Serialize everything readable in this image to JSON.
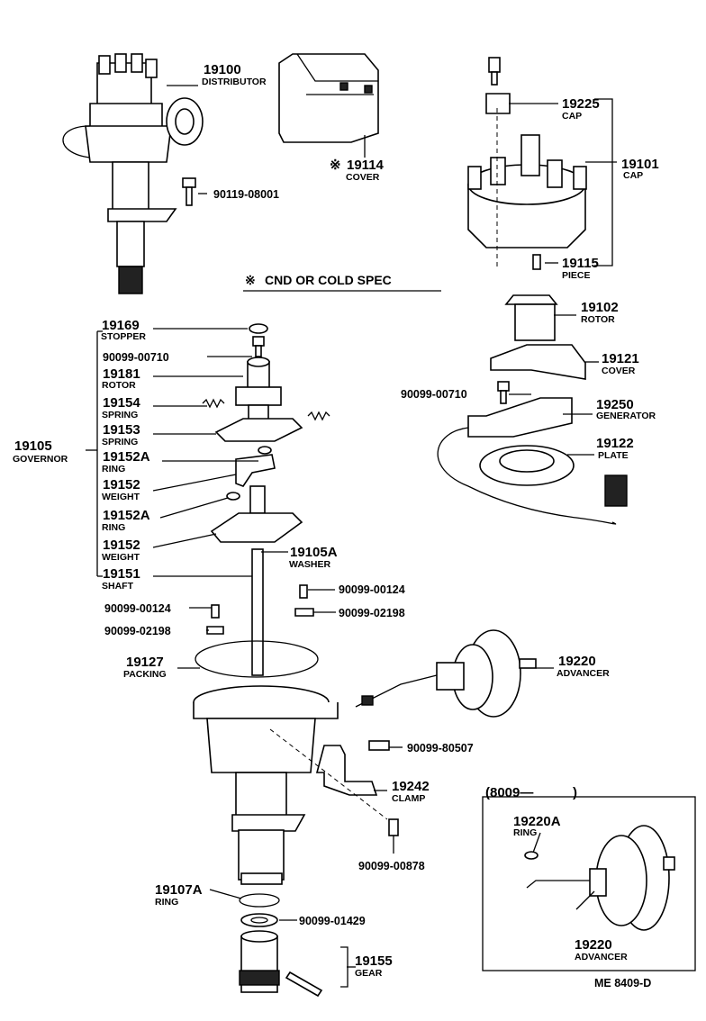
{
  "note": {
    "mark": "※",
    "text": "CND OR COLD SPEC"
  },
  "code": "ME 8409-D",
  "inset": {
    "range_start": "(8009—",
    "range_end": ")"
  },
  "parts": {
    "p19100": {
      "num": "19100",
      "name": "DISTRIBUTOR"
    },
    "p19114": {
      "mark": "※",
      "num": "19114",
      "name": "COVER"
    },
    "p19225": {
      "num": "19225",
      "name": "CAP"
    },
    "p19101": {
      "num": "19101",
      "name": "CAP"
    },
    "p19115": {
      "num": "19115",
      "name": "PIECE"
    },
    "b90119_08001": {
      "num": "90119-08001"
    },
    "p19102": {
      "num": "19102",
      "name": "ROTOR"
    },
    "p19121": {
      "num": "19121",
      "name": "COVER"
    },
    "b90099_00710_r": {
      "num": "90099-00710"
    },
    "p19250": {
      "num": "19250",
      "name": "GENERATOR"
    },
    "p19122": {
      "num": "19122",
      "name": "PLATE"
    },
    "p19105": {
      "num": "19105",
      "name": "GOVERNOR"
    },
    "p19169": {
      "num": "19169",
      "name": "STOPPER"
    },
    "b90099_00710_l": {
      "num": "90099-00710"
    },
    "p19181": {
      "num": "19181",
      "name": "ROTOR"
    },
    "p19154": {
      "num": "19154",
      "name": "SPRING"
    },
    "p19153": {
      "num": "19153",
      "name": "SPRING"
    },
    "p19152A_1": {
      "num": "19152A",
      "name": "RING"
    },
    "p19152_1": {
      "num": "19152",
      "name": "WEIGHT"
    },
    "p19152A_2": {
      "num": "19152A",
      "name": "RING"
    },
    "p19152_2": {
      "num": "19152",
      "name": "WEIGHT"
    },
    "p19151": {
      "num": "19151",
      "name": "SHAFT"
    },
    "p19105A": {
      "num": "19105A",
      "name": "WASHER"
    },
    "b90099_00124_r": {
      "num": "90099-00124"
    },
    "b90099_02198_r": {
      "num": "90099-02198"
    },
    "b90099_00124_l": {
      "num": "90099-00124"
    },
    "b90099_02198_l": {
      "num": "90099-02198"
    },
    "p19127": {
      "num": "19127",
      "name": "PACKING"
    },
    "p19220": {
      "num": "19220",
      "name": "ADVANCER"
    },
    "b90099_80507": {
      "num": "90099-80507"
    },
    "p19242": {
      "num": "19242",
      "name": "CLAMP"
    },
    "b90099_00878": {
      "num": "90099-00878"
    },
    "p19107A": {
      "num": "19107A",
      "name": "RING"
    },
    "b90099_01429": {
      "num": "90099-01429"
    },
    "p19155": {
      "num": "19155",
      "name": "GEAR"
    },
    "p19220A_inset": {
      "num": "19220A",
      "name": "RING"
    },
    "p19220_inset": {
      "num": "19220",
      "name": "ADVANCER"
    }
  }
}
